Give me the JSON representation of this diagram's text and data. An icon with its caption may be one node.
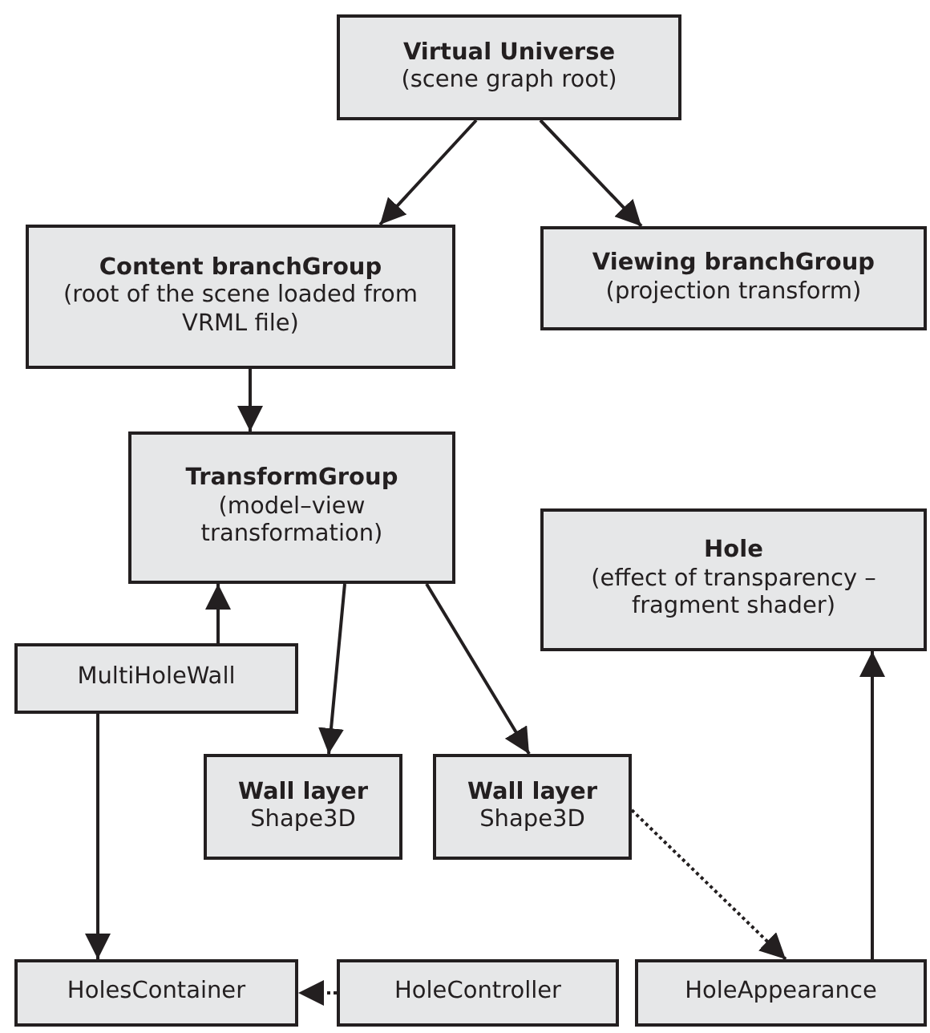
{
  "diagram": {
    "nodes": [
      {
        "text": [
          "Virtual Universe",
          "(scene graph root)"
        ]
      },
      {
        "text": [
          "Content branchGroup",
          "(root of the scene loaded from VRML file)"
        ]
      },
      {
        "text": [
          "Viewing branchGroup",
          "(projection transform)"
        ]
      },
      {
        "text": [
          "TransformGroup",
          "(model–view transformation)"
        ]
      },
      {
        "text": [
          "Hole",
          "(effect of transparency – fragment shader)"
        ]
      },
      {
        "text": [
          "MultiHoleWall"
        ]
      },
      {
        "text": [
          "Wall layer",
          "Shape3D"
        ]
      },
      {
        "text": [
          "Wall layer",
          "Shape3D"
        ]
      },
      {
        "text": [
          "HolesContainer"
        ]
      },
      {
        "text": [
          "HoleController"
        ]
      },
      {
        "text": [
          "HoleAppearance"
        ]
      }
    ],
    "edges": [
      {
        "from": 0,
        "to": 1,
        "arrow": "to"
      },
      {
        "from": 0,
        "to": 2,
        "arrow": "to"
      },
      {
        "from": 1,
        "to": 3,
        "arrow": "to"
      },
      {
        "from": 5,
        "to": 3,
        "arrow": "to"
      },
      {
        "from": 3,
        "to": 6,
        "arrow": "to"
      },
      {
        "from": 3,
        "to": 7,
        "arrow": "to"
      },
      {
        "from": 7,
        "to": 10,
        "arrow": "to",
        "style": "dashed"
      },
      {
        "from": 5,
        "to": 8,
        "arrow": "to"
      },
      {
        "from": 9,
        "to": 8,
        "arrow": "to",
        "style": "dashed"
      },
      {
        "from": 10,
        "to": 4,
        "arrow": "to"
      }
    ]
  }
}
